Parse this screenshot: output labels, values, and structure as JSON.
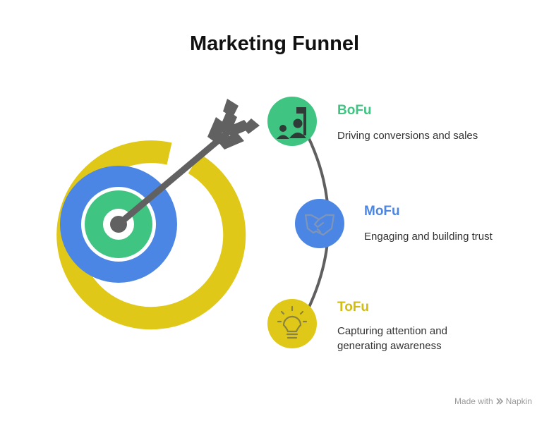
{
  "title": "Marketing Funnel",
  "colors": {
    "yellow": "#DFC817",
    "blue": "#4C86E4",
    "green": "#3FC482",
    "arrow": "#616161",
    "connector": "#5f5f5f"
  },
  "stages": [
    {
      "name": "BoFu",
      "description": "Driving conversions and sales",
      "color": "#3FC482",
      "icon": "team-flag-icon"
    },
    {
      "name": "MoFu",
      "description": "Engaging and building trust",
      "color": "#4C86E4",
      "icon": "handshake-icon"
    },
    {
      "name": "ToFu",
      "description": "Capturing attention and generating awareness",
      "color": "#DFC817",
      "icon": "lightbulb-icon"
    }
  ],
  "watermark": {
    "prefix": "Made with",
    "brand": "Napkin"
  }
}
